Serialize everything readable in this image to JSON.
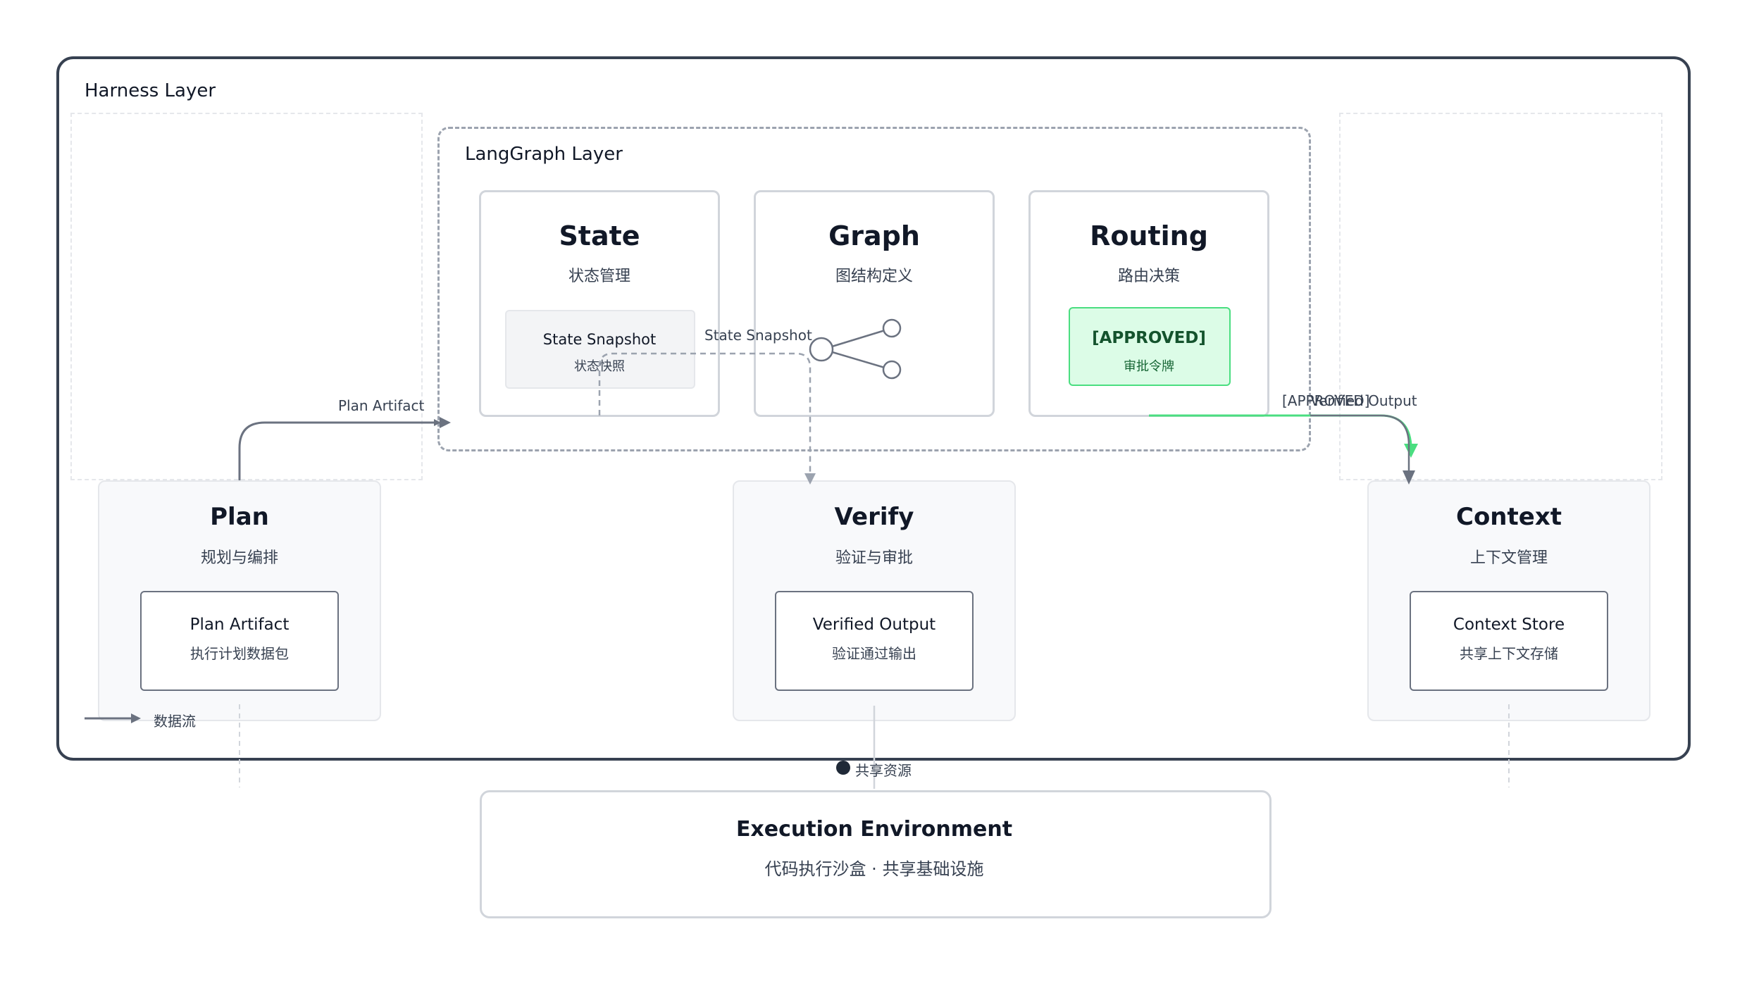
{
  "harness": {
    "title": "Harness Layer"
  },
  "langgraph": {
    "title": "LangGraph Layer"
  },
  "state": {
    "title": "State",
    "subtitle": "状态管理",
    "snapshot_title": "State Snapshot",
    "snapshot_sub": "状态快照"
  },
  "graph": {
    "title": "Graph",
    "subtitle": "图结构定义"
  },
  "routing": {
    "title": "Routing",
    "subtitle": "路由决策",
    "token_title": "[APPROVED]",
    "token_sub": "审批令牌"
  },
  "plan": {
    "title": "Plan",
    "subtitle": "规划与编排",
    "artifact_title": "Plan Artifact",
    "artifact_sub": "执行计划数据包"
  },
  "verify": {
    "title": "Verify",
    "subtitle": "验证与审批",
    "output_title": "Verified Output",
    "output_sub": "验证通过输出"
  },
  "context": {
    "title": "Context",
    "subtitle": "上下文管理",
    "store_title": "Context Store",
    "store_sub": "共享上下文存储"
  },
  "execution": {
    "title": "Execution Environment",
    "subtitle": "代码执行沙盒 · 共享基础设施"
  },
  "edges": {
    "plan_artifact": "Plan Artifact",
    "state_snapshot": "State Snapshot",
    "approved": "[APPROVED]",
    "verified_output": "Verified Output"
  },
  "legend": {
    "data_flow": "数据流",
    "shared_resource": "共享资源"
  },
  "colors": {
    "border": "#374151",
    "approved": "#4ade80",
    "arrow": "#6b7280"
  }
}
